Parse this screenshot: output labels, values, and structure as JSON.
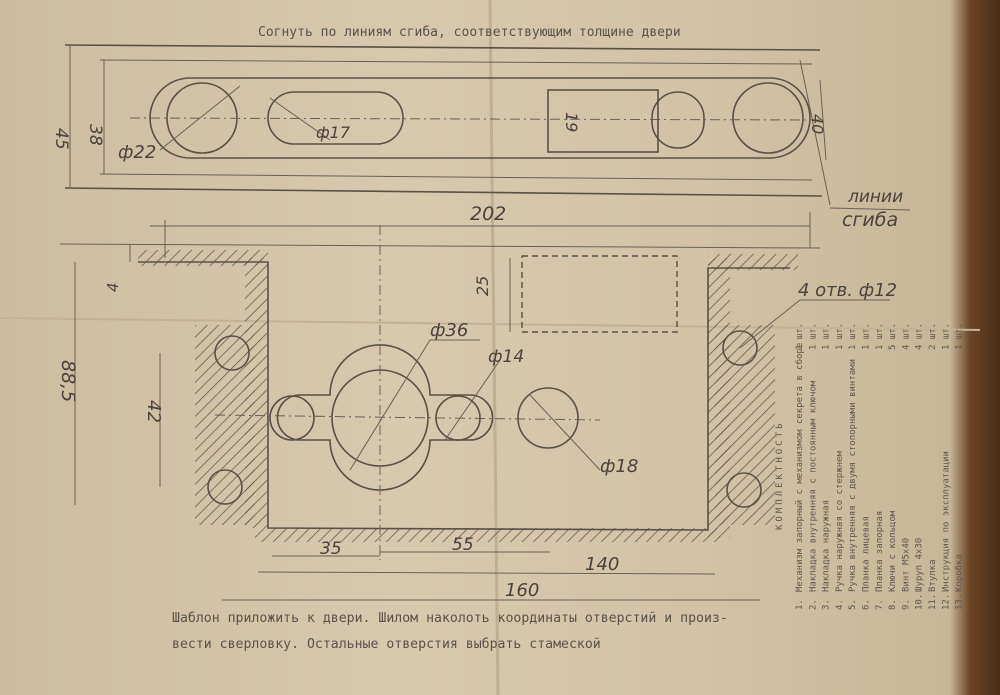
{
  "title": "Согнуть по линиям сгиба, соответствующим толщине двери",
  "top_strip": {
    "dim_45": "45",
    "dim_38": "38",
    "dim_d22": "ф22",
    "dim_d17": "ф17",
    "dim_19": "19",
    "dim_40": "40"
  },
  "fold_label_1": "линии",
  "fold_label_2": "сгиба",
  "dims": {
    "d202": "202",
    "d4": "4",
    "d25": "25",
    "d885": "88,5",
    "d42": "42",
    "d36": "ф36",
    "d14": "ф14",
    "holes": "4 отв. ф12",
    "d18": "ф18",
    "d35": "35",
    "d55": "55",
    "d140": "140",
    "d160": "160"
  },
  "instruction_1": "Шаблон приложить к двери. Шилом наколоть координаты отверстий и произ-",
  "instruction_2": "вести сверловку. Остальные отверстия выбрать стамеской",
  "parts_list": {
    "heading": "КОМПЛЕКТНОСТЬ",
    "items": [
      {
        "n": "1.",
        "name": "Механизм запорный с механизмом секрета в сборе",
        "qty": "1 шт."
      },
      {
        "n": "2.",
        "name": "Накладка внутренняя с постоянным ключом",
        "qty": "1 шт."
      },
      {
        "n": "3.",
        "name": "Накладка наружная",
        "qty": "1 шт."
      },
      {
        "n": "4.",
        "name": "Ручка наружная со стержнем",
        "qty": "1 шт."
      },
      {
        "n": "5.",
        "name": "Ручка внутренняя с двумя стопорными винтами",
        "qty": "1 шт."
      },
      {
        "n": "6.",
        "name": "Планка лицевая",
        "qty": "1 шт."
      },
      {
        "n": "7.",
        "name": "Планка запорная",
        "qty": "1 шт."
      },
      {
        "n": "8.",
        "name": "Ключи с кольцом",
        "qty": "5 шт."
      },
      {
        "n": "9.",
        "name": "Винт М5х40",
        "qty": "4 шт."
      },
      {
        "n": "10.",
        "name": "Шуруп 4х30",
        "qty": "4 шт."
      },
      {
        "n": "11.",
        "name": "Втулка",
        "qty": "2 шт."
      },
      {
        "n": "12.",
        "name": "Инструкция по эксплуатации",
        "qty": "1 шт."
      },
      {
        "n": "13.",
        "name": "Коробка",
        "qty": "1 шт."
      }
    ]
  }
}
